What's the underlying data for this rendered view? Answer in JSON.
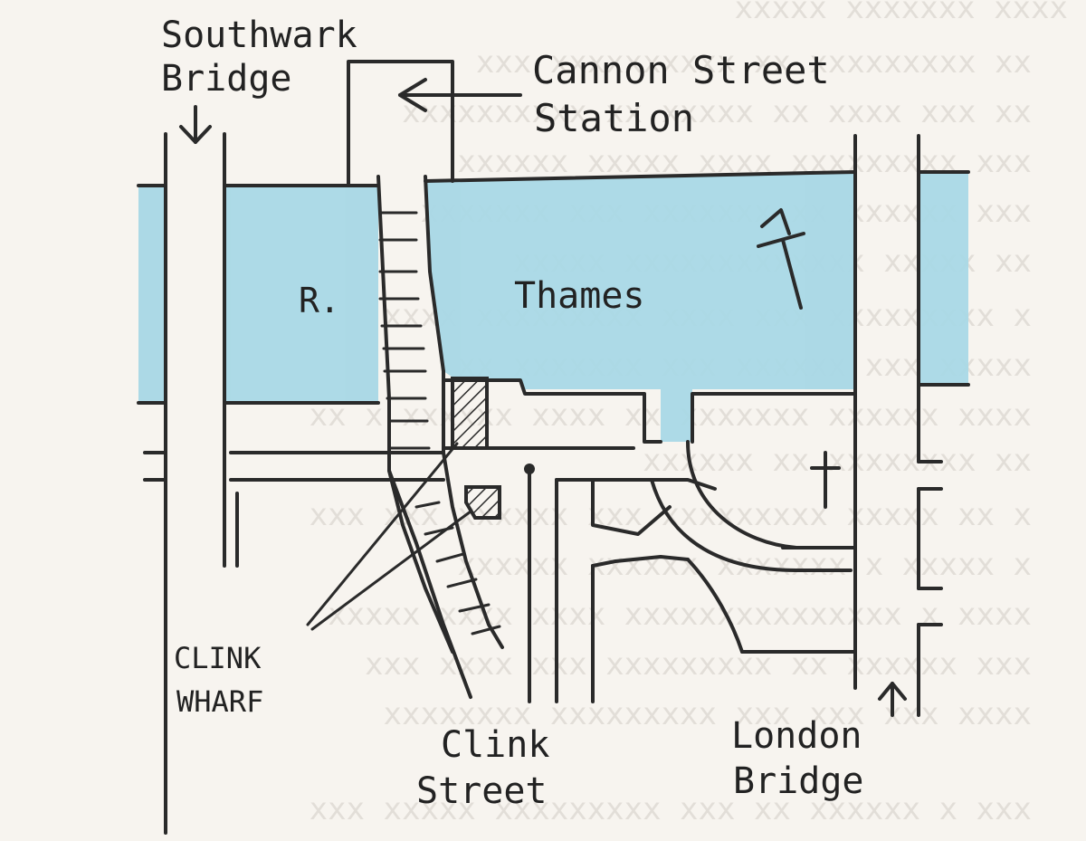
{
  "labels": {
    "southwark_line1": "Southwark",
    "southwark_line2": "Bridge",
    "cannon_line1": "Cannon Street",
    "cannon_line2": "Station",
    "river_r": "R.",
    "river_thames": "Thames",
    "clink_wharf_line1": "CLINK",
    "clink_wharf_line2": "WHARF",
    "clink_street_line1": "Clink",
    "clink_street_line2": "Street",
    "london_line1": "London",
    "london_line2": "Bridge"
  },
  "colors": {
    "water": "#a9d8e6",
    "ink": "#2a2a2a",
    "paper": "#f7f4ef",
    "bleed_text": "#cfc9c2"
  },
  "icons": {
    "north_arrow": "north-arrow-icon",
    "church": "church-cross-icon",
    "station_arrow": "arrow-left-icon",
    "southwark_arrow": "arrow-down-icon",
    "london_arrow": "arrow-up-icon"
  }
}
